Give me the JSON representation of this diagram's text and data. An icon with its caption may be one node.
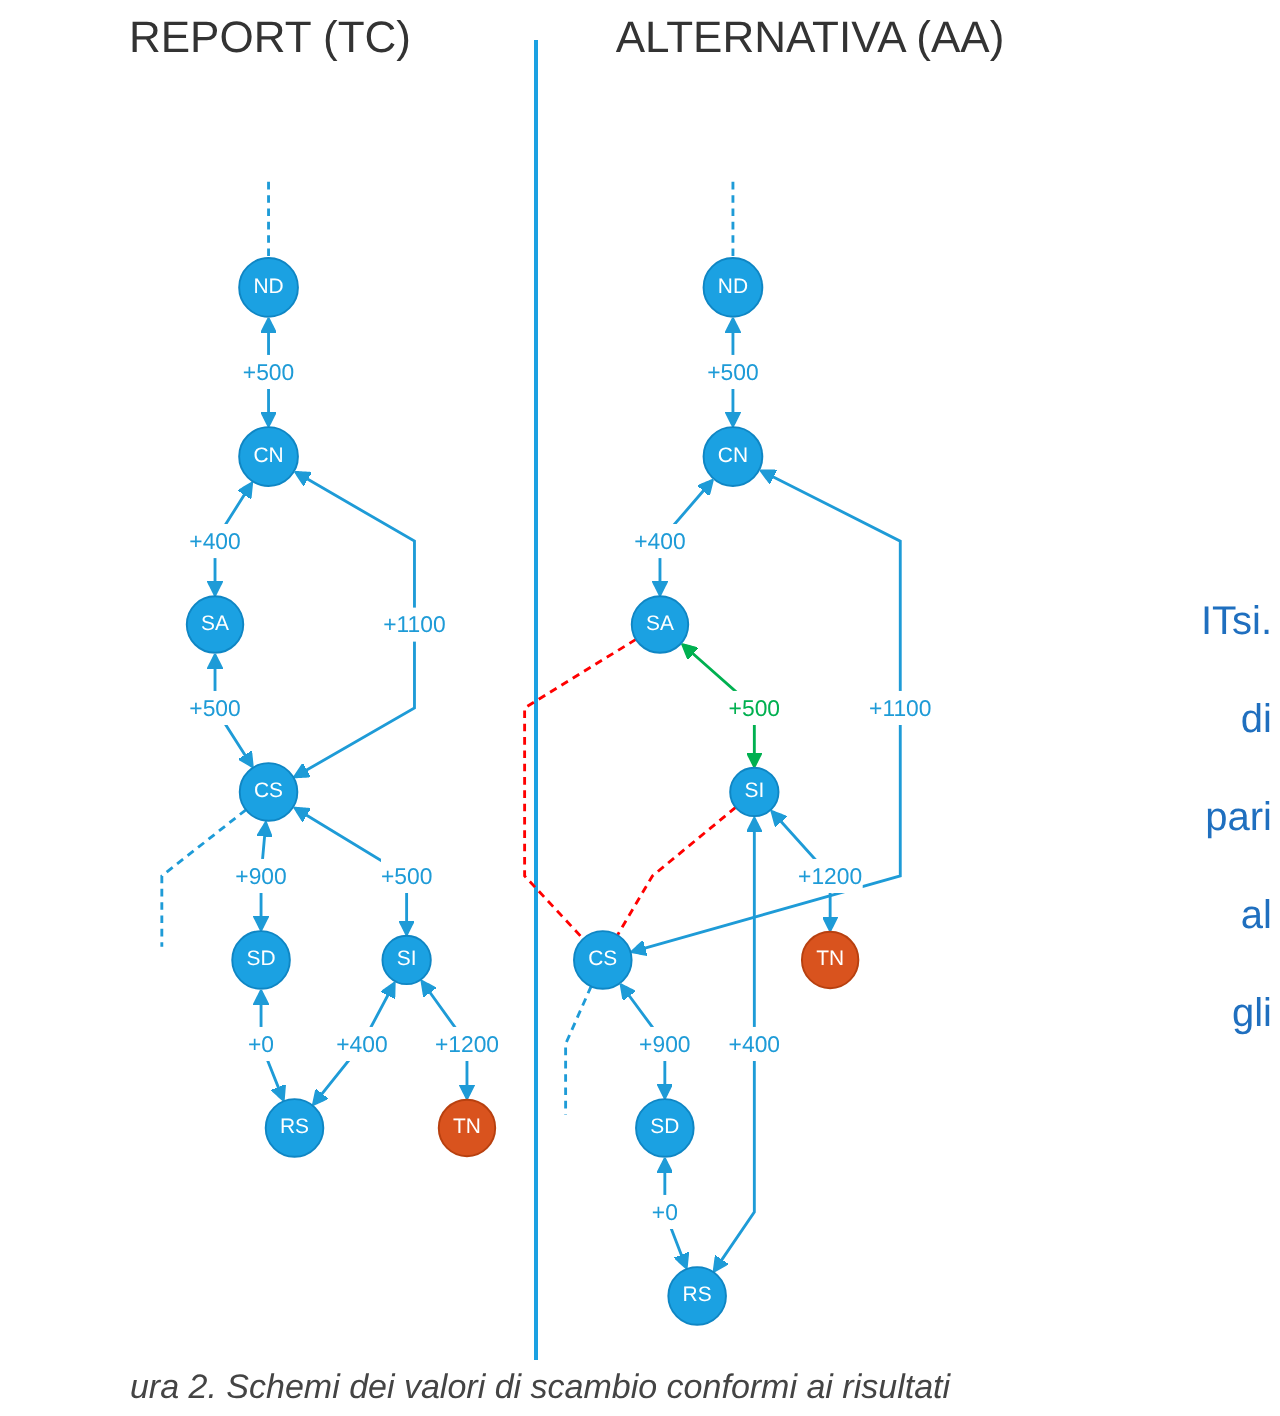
{
  "diagram": {
    "caption": "ura 2. Schemi dei valori di scambio conformi ai risultati",
    "nodes": [
      {
        "text": [
          "ND"
        ]
      },
      {
        "text": [
          "CN"
        ]
      },
      {
        "text": [
          "SA"
        ]
      },
      {
        "text": [
          "CS"
        ]
      },
      {
        "text": [
          "SD"
        ]
      },
      {
        "text": [
          "SI"
        ]
      },
      {
        "text": [
          "RS"
        ]
      },
      {
        "text": [
          "TN"
        ]
      },
      {
        "text": [
          "ND"
        ]
      },
      {
        "text": [
          "CN"
        ]
      },
      {
        "text": [
          "SA"
        ]
      },
      {
        "text": [
          "CS"
        ]
      },
      {
        "text": [
          "SD"
        ]
      },
      {
        "text": [
          "SI"
        ]
      },
      {
        "text": [
          "RS"
        ]
      },
      {
        "text": [
          "TN"
        ]
      }
    ],
    "edges": [
      {
        "from": null,
        "to": 0,
        "arrow": "none",
        "style": "dashed"
      },
      {
        "from": 0,
        "to": 1,
        "arrow": "both",
        "label": "+500"
      },
      {
        "from": 1,
        "to": 2,
        "arrow": "both",
        "label": "+400"
      },
      {
        "from": 1,
        "to": 3,
        "arrow": "both",
        "label": "+1100"
      },
      {
        "from": 2,
        "to": 3,
        "arrow": "both",
        "label": "+500"
      },
      {
        "from": 3,
        "to": null,
        "arrow": "none",
        "style": "dashed"
      },
      {
        "from": 3,
        "to": 4,
        "arrow": "both",
        "label": "+900"
      },
      {
        "from": 3,
        "to": 5,
        "arrow": "both",
        "label": "+500"
      },
      {
        "from": 4,
        "to": 6,
        "arrow": "both",
        "label": "+0"
      },
      {
        "from": 5,
        "to": 6,
        "arrow": "both",
        "label": "+400"
      },
      {
        "from": 5,
        "to": 7,
        "arrow": "both",
        "label": "+1200"
      },
      {
        "from": null,
        "to": 8,
        "arrow": "none",
        "style": "dashed"
      },
      {
        "from": 8,
        "to": 9,
        "arrow": "both",
        "label": "+500"
      },
      {
        "from": 9,
        "to": 10,
        "arrow": "both",
        "label": "+400"
      },
      {
        "from": 9,
        "to": 11,
        "arrow": "both",
        "label": "+1100"
      },
      {
        "from": 10,
        "to": 11,
        "arrow": "none",
        "style": "dashed",
        "color": "#ff0000"
      },
      {
        "from": 11,
        "to": null,
        "arrow": "none",
        "style": "dashed"
      },
      {
        "from": 11,
        "to": 12,
        "arrow": "both",
        "label": "+900"
      },
      {
        "from": 10,
        "to": 13,
        "arrow": "both",
        "label": "+500",
        "color": "#00b050"
      },
      {
        "from": 13,
        "to": 11,
        "arrow": "none",
        "style": "dashed",
        "color": "#ff0000"
      },
      {
        "from": 12,
        "to": 14,
        "arrow": "both",
        "label": "+0"
      },
      {
        "from": 13,
        "to": 14,
        "arrow": "both",
        "label": "+400"
      },
      {
        "from": 13,
        "to": 15,
        "arrow": "both",
        "label": "+1200"
      }
    ],
    "labels": [
      "REPORT (TC)",
      "ALTERNATIVA (AA)",
      "ITsi.",
      "di",
      "pari",
      "al",
      "gli"
    ]
  }
}
